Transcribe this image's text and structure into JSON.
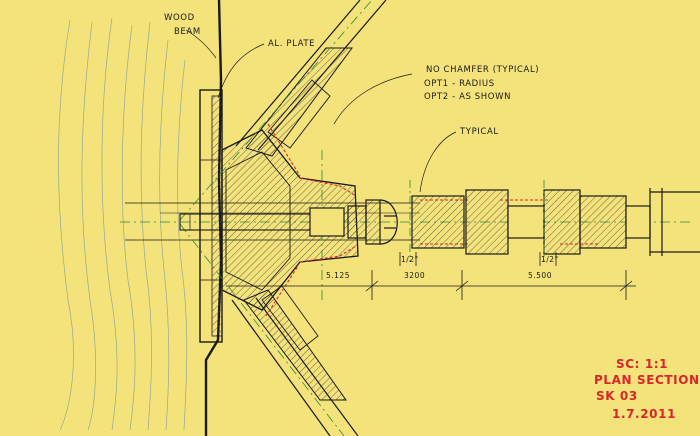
{
  "colors": {
    "paper": "#f4e27a",
    "ink": "#1a1a1a",
    "redline": "#d9262a",
    "centerline": "#2f8a3a",
    "hatch": "#444444",
    "grain": "#7f9a9a"
  },
  "labels": {
    "wood_1": "WOOD",
    "wood_2": "BEAM",
    "al_plate": "AL. PLATE",
    "chamfer_1": "NO CHAMFER (TYPICAL)",
    "chamfer_2": "OPT1 - RADIUS",
    "chamfer_3": "OPT2 - AS SHOWN",
    "typical": "TYPICAL"
  },
  "dimensions": {
    "d1": "5.125",
    "d2": "3200",
    "d3": "5.500",
    "half_1": "1/2\"",
    "half_2": "1/2\""
  },
  "title_block": {
    "scale": "SC: 1:1",
    "type": "PLAN SECTION",
    "sheet": "SK 03",
    "date": "1.7.2011"
  }
}
